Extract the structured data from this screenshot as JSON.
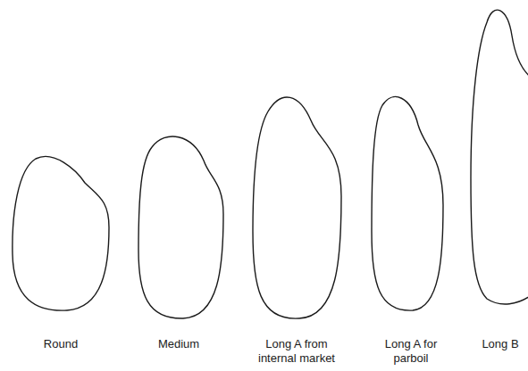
{
  "diagram": {
    "labels": [
      "Round",
      "Medium",
      "Long A from internal market",
      "Long A for parboil",
      "Long B"
    ]
  }
}
